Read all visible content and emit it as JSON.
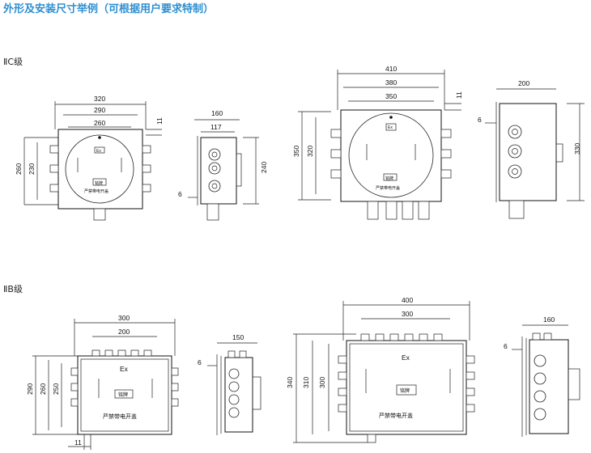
{
  "page": {
    "title": "外形及安装尺寸举例（可根据用户要求特制）"
  },
  "sections": {
    "iic": "ⅡC级",
    "iib": "ⅡB级"
  },
  "labels": {
    "ex": "Ex",
    "nameplate": "铭牌",
    "warning": "严禁带电开盖"
  },
  "dims": {
    "a1_w320": "320",
    "a1_w290": "290",
    "a1_w260": "260",
    "a1_h260": "260",
    "a1_h230": "230",
    "a1_d11": "11",
    "a2_w160": "160",
    "a2_w117": "117",
    "a2_h240": "240",
    "a2_d6": "6",
    "a3_w410": "410",
    "a3_w380": "380",
    "a3_w350": "350",
    "a3_h350": "350",
    "a3_h320": "320",
    "a3_d11": "11",
    "a4_w200": "200",
    "a4_h330": "330",
    "a4_d6": "6",
    "b1_w300": "300",
    "b1_w200": "200",
    "b1_h290": "290",
    "b1_h260": "260",
    "b1_h250": "250",
    "b1_d11": "11",
    "b2_w150": "150",
    "b2_d6": "6",
    "b3_w400": "400",
    "b3_w300": "300",
    "b3_h340": "340",
    "b3_h310": "310",
    "b3_h300": "300",
    "b4_w160": "160",
    "b4_d6": "6"
  }
}
